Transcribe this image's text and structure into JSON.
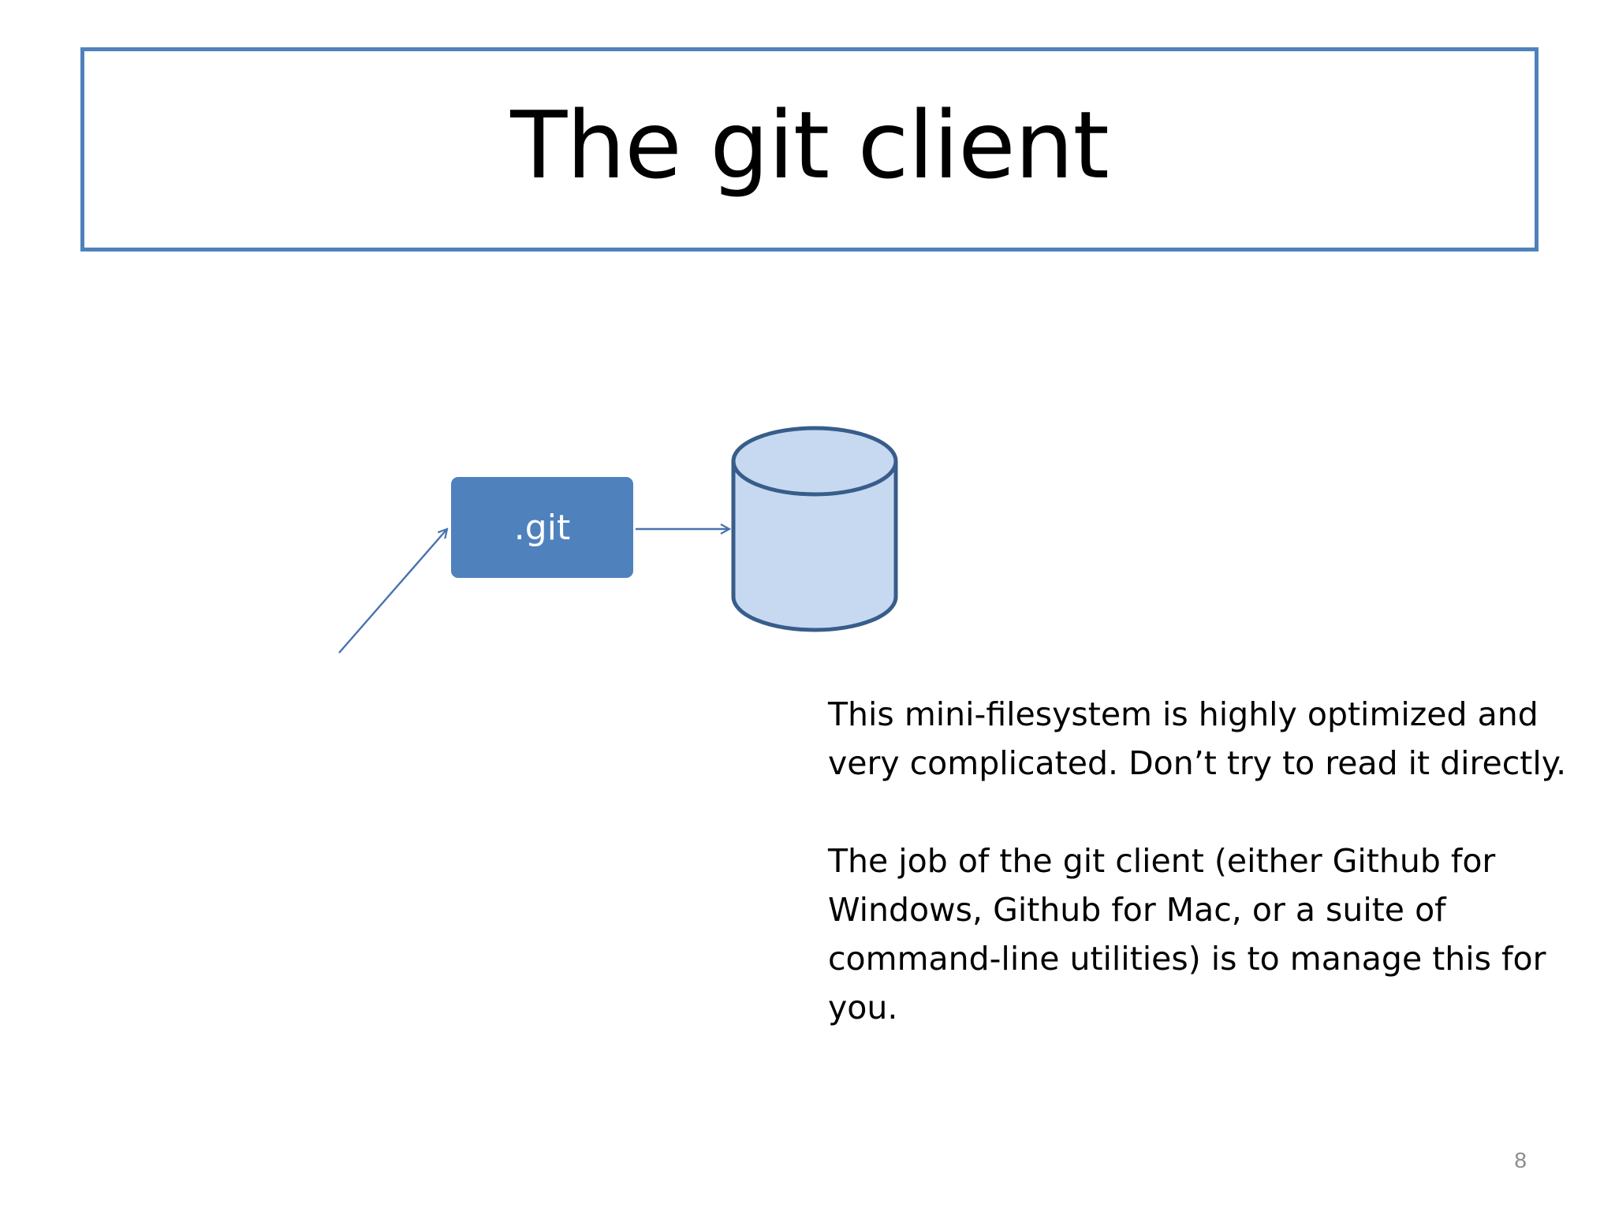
{
  "slide": {
    "title": "The git client",
    "git_box_label": ".git",
    "paragraph_1": "This mini-filesystem is highly optimized and very complicated.  Don’t try to read it directly.",
    "paragraph_2": "The job of the git client (either Github for Windows, Github for Mac, or a suite of command-line utilities) is to manage this for you.",
    "page_number": "8"
  },
  "colors": {
    "accent": "#4f81bd",
    "cylinder_fill": "#c6d9f1",
    "cylinder_stroke": "#385d8a",
    "arrow": "#4a72b0"
  }
}
